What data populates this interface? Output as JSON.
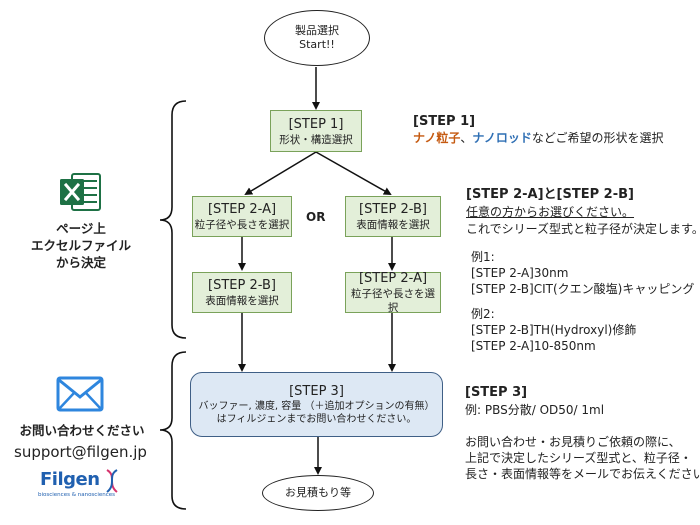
{
  "flow": {
    "start_line1": "製品選択",
    "start_line2": "Start!!",
    "step1_title": "[STEP 1]",
    "step1_desc": "形状・構造選択",
    "step2a_left_title": "[STEP 2-A]",
    "step2a_left_desc": "粒子径や長さを選択",
    "or_label": "OR",
    "step2b_right_title": "[STEP 2-B]",
    "step2b_right_desc": "表面情報を選択",
    "step2b_left_title": "[STEP 2-B]",
    "step2b_left_desc": "表面情報を選択",
    "step2a_right_title": "[STEP 2-A]",
    "step2a_right_desc": "粒子径や長さを選択",
    "step3_title": "[STEP 3]",
    "step3_desc1": "バッファー, 濃度, 容量 （＋追加オプションの有無）",
    "step3_desc2": "はフィルジェンまでお問い合わせください。",
    "end_label": "お見積もり等"
  },
  "left": {
    "excel_label1": "ページ上",
    "excel_label2": "エクセルファイル",
    "excel_label3": "から決定",
    "contact_label": "お問い合わせください",
    "email": "support@filgen.jp",
    "logo_name": "Filgen",
    "logo_tagline": "biosciences & nanosciences",
    "icons": [
      "excel-icon",
      "mail-icon",
      "dna-icon"
    ]
  },
  "right": {
    "step1_heading": "[STEP 1]",
    "step1_nano_particle": "ナノ粒子",
    "step1_sep": "、",
    "step1_nano_rod": "ナノロッド",
    "step1_rest": "などご希望の形状を選択",
    "step2_heading": "[STEP 2-A]と[STEP 2-B]",
    "step2_line1": "任意の方からお選びください。",
    "step2_line2": "これでシリーズ型式と粒子径が決定します。",
    "ex1_label": "例1:",
    "ex1_line1": "[STEP 2-A]30nm",
    "ex1_line2": "[STEP 2-B]CIT(クエン酸塩)キャッピング",
    "ex2_label": "例2:",
    "ex2_line1": "[STEP 2-B]TH(Hydroxyl)修飾",
    "ex2_line2": "[STEP 2-A]10-850nm",
    "step3_heading": "[STEP 3]",
    "step3_example": "例: PBS分散/ OD50/ 1ml",
    "note_line1": "お問い合わせ・お見積りご依頼の際に、",
    "note_line2": "上記で決定したシリーズ型式と、粒子径・",
    "note_line3": "長さ・表面情報等をメールでお伝えください。"
  },
  "colors": {
    "green_fill": "#e3efd9",
    "green_border": "#7aa25a",
    "blue_fill": "#dde8f4",
    "blue_border": "#3f5f86",
    "orange_text": "#c55a11",
    "blue_text": "#2f6fb4",
    "excel_green": "#1e7145",
    "mail_blue": "#2e86de"
  }
}
